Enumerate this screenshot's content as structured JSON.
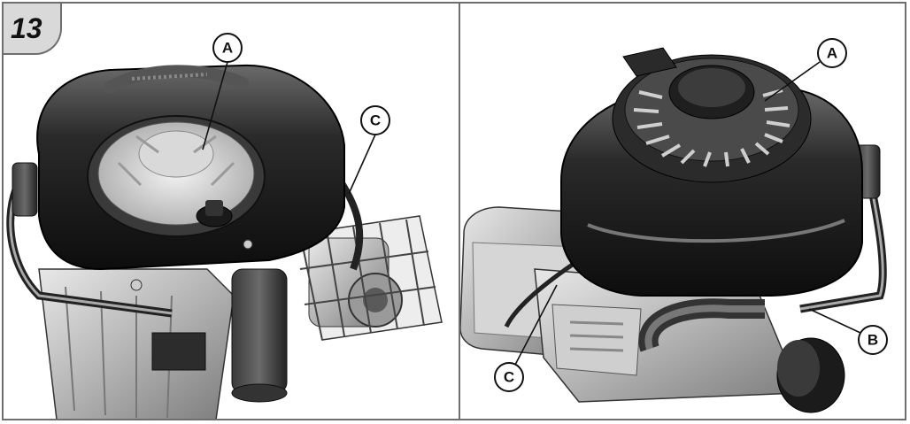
{
  "figure": {
    "number": "13"
  },
  "callouts": {
    "left_a": "A",
    "left_c": "C",
    "right_a": "A",
    "right_b": "B",
    "right_c": "C"
  }
}
